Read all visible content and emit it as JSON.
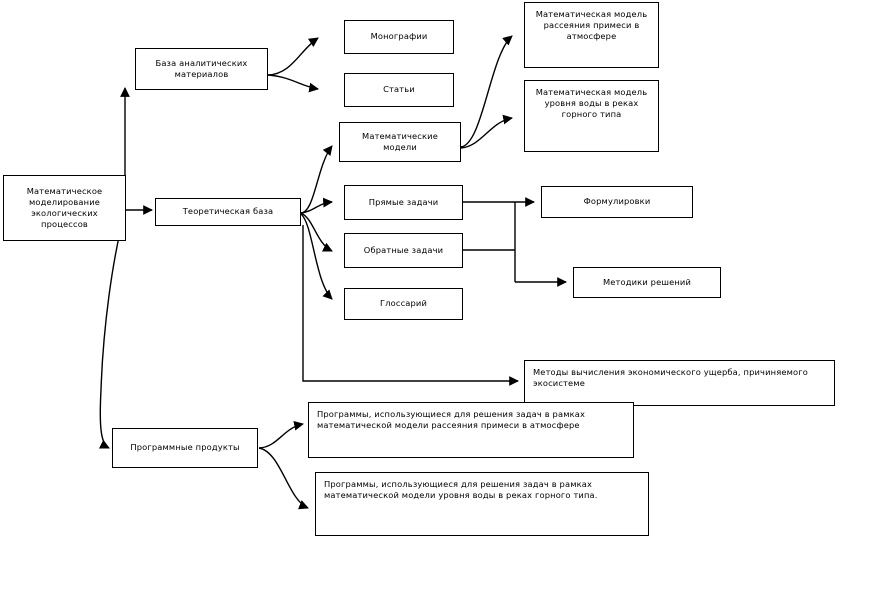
{
  "diagram": {
    "title": "Математическое моделирование экологических процессов",
    "stroke_color": "#000000",
    "background_color": "#ffffff",
    "nodes": [
      {
        "id": "root",
        "label": "Математическое\nмоделирование\nэкологических процессов"
      },
      {
        "id": "analytical-base",
        "label": "База аналитических\nматериалов"
      },
      {
        "id": "monographs",
        "label": "Монографии"
      },
      {
        "id": "articles",
        "label": "Статьи"
      },
      {
        "id": "theoretical-base",
        "label": "Теоретическая база"
      },
      {
        "id": "math-models",
        "label": "Математические модели"
      },
      {
        "id": "model-impurity",
        "label": "Математическая модель\nрассеяния примеси в\nатмосфере"
      },
      {
        "id": "model-water-level",
        "label": "Математическая модель\nуровня воды в реках\nгорного типа"
      },
      {
        "id": "direct-problems",
        "label": "Прямые задачи"
      },
      {
        "id": "inverse-problems",
        "label": "Обратные задачи"
      },
      {
        "id": "glossary",
        "label": "Глоссарий"
      },
      {
        "id": "formulations",
        "label": "Формулировки"
      },
      {
        "id": "solution-methods",
        "label": "Методики решений"
      },
      {
        "id": "economic-damage",
        "label": "Методы вычисления экономического ущерба, причиняемого\nэкосистеме"
      },
      {
        "id": "software-products",
        "label": "Программные продукты"
      },
      {
        "id": "programs-impurity",
        "label": "Программы, использующиеся для решения задач в рамках\nматематической модели рассеяния примеси в атмосфере"
      },
      {
        "id": "programs-water-level",
        "label": "Программы, использующиеся для решения задач в рамках\nматематической модели уровня воды в реках горного типа."
      }
    ],
    "edges": [
      {
        "from": "root",
        "to": "analytical-base",
        "style": "orthogonal"
      },
      {
        "from": "root",
        "to": "theoretical-base",
        "style": "straight"
      },
      {
        "from": "root",
        "to": "software-products",
        "style": "curve"
      },
      {
        "from": "analytical-base",
        "to": "monographs",
        "style": "curve"
      },
      {
        "from": "analytical-base",
        "to": "articles",
        "style": "curve"
      },
      {
        "from": "theoretical-base",
        "to": "math-models",
        "style": "curve"
      },
      {
        "from": "theoretical-base",
        "to": "direct-problems",
        "style": "curve"
      },
      {
        "from": "theoretical-base",
        "to": "inverse-problems",
        "style": "curve"
      },
      {
        "from": "theoretical-base",
        "to": "glossary",
        "style": "curve"
      },
      {
        "from": "theoretical-base",
        "to": "economic-damage",
        "style": "orthogonal"
      },
      {
        "from": "math-models",
        "to": "model-impurity",
        "style": "curve"
      },
      {
        "from": "math-models",
        "to": "model-water-level",
        "style": "curve"
      },
      {
        "from": "direct-problems",
        "to": "formulations",
        "style": "orthogonal"
      },
      {
        "from": "inverse-problems",
        "to": "formulations",
        "style": "orthogonal"
      },
      {
        "from": "inverse-problems",
        "to": "solution-methods",
        "style": "orthogonal"
      },
      {
        "from": "software-products",
        "to": "programs-impurity",
        "style": "curve"
      },
      {
        "from": "software-products",
        "to": "programs-water-level",
        "style": "curve"
      }
    ]
  }
}
